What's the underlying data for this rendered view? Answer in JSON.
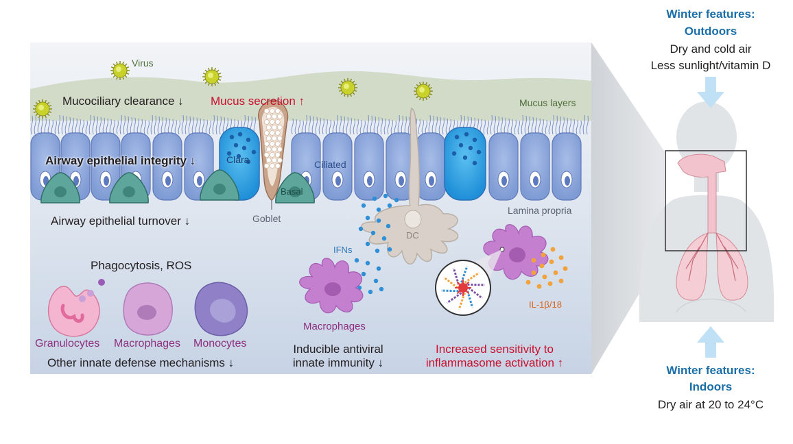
{
  "colors": {
    "panel_top": "#eef1f5",
    "panel_bottom": "#c8d4e6",
    "mucus": "#d3dcc9",
    "epithelial": "#8aa6dc",
    "clara": "#36a6e6",
    "basal": "#5aa39a",
    "virus": "#c9d22a",
    "dc": "#d8d0c8",
    "macrophage": "#c67bd0",
    "granulocyte": "#f0a7c8",
    "monocyte": "#8d7bc4",
    "ifn_dots": "#2f8fd6",
    "il_dots": "#f2a23a",
    "arrow_blue": "#bfe0f5",
    "body": "#e1e4e7"
  },
  "labels": {
    "virus": "Virus",
    "mucociliary": "Mucociliary clearance ↓",
    "mucus_secretion": "Mucus secretion ↑",
    "mucus_layers": "Mucus layers",
    "integrity": "Airway epithelial integrity ↓",
    "clara": "Clara",
    "ciliated": "Ciliated",
    "basal": "Basal",
    "goblet": "Goblet",
    "lamina": "Lamina propria",
    "turnover": "Airway epithelial turnover ↓",
    "dc": "DC",
    "ifns": "IFNs",
    "phago": "Phagocytosis, ROS",
    "granulocytes": "Granulocytes",
    "macrophages_row": "Macrophages",
    "monocytes": "Monocytes",
    "other_innate": "Other innate defense mechanisms ↓",
    "macrophages_mid": "Macrophages",
    "inducible_1": "Inducible antiviral",
    "inducible_2": "innate immunity ↓",
    "il": "IL-1β/18",
    "increased_1": "Increased sensitivity to",
    "increased_2": "inflammasome activation ↑"
  },
  "winter": {
    "outdoor_title_1": "Winter features:",
    "outdoor_title_2": "Outdoors",
    "outdoor_line_1": "Dry and cold air",
    "outdoor_line_2": "Less sunlight/vitamin D",
    "indoor_title_1": "Winter features:",
    "indoor_title_2": "Indoors",
    "indoor_line_1": "Dry air at 20 to 24°C"
  }
}
